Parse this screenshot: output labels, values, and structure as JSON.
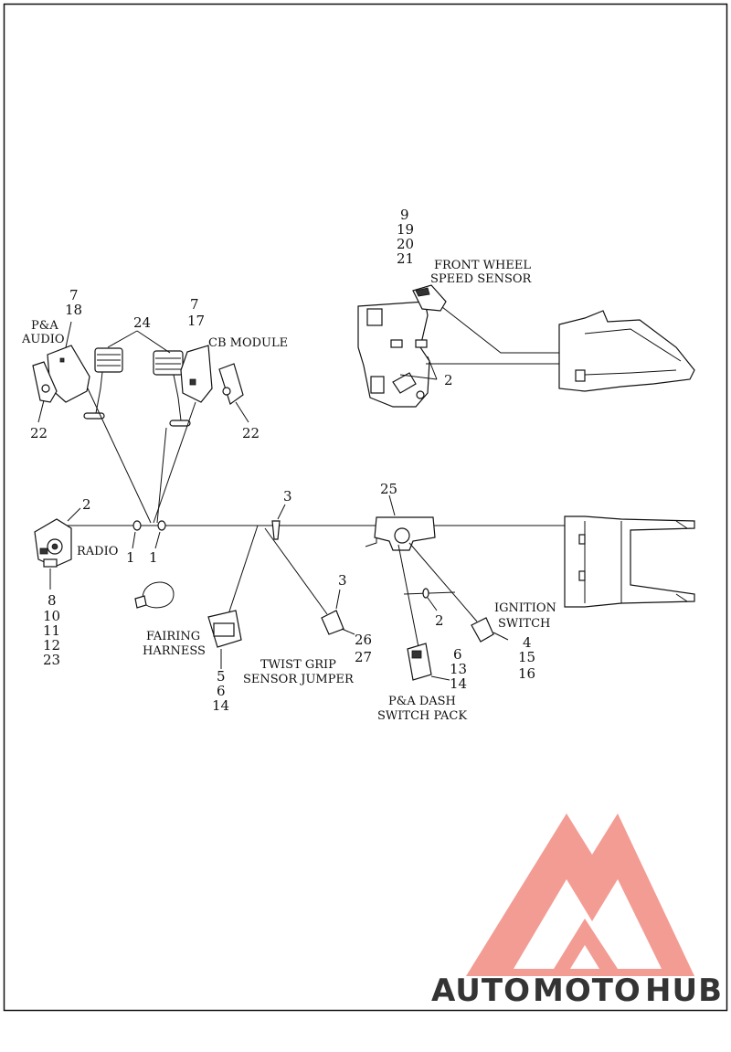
{
  "labels": {
    "front_wheel_speed_sensor_1": "FRONT WHEEL",
    "front_wheel_speed_sensor_2": "SPEED SENSOR",
    "pa_audio_1": "P&A",
    "pa_audio_2": "AUDIO",
    "cb_module": "CB MODULE",
    "radio": "RADIO",
    "fairing_harness_1": "FAIRING",
    "fairing_harness_2": "HARNESS",
    "twist_grip_1": "TWIST GRIP",
    "twist_grip_2": "SENSOR JUMPER",
    "ignition_switch_1": "IGNITION",
    "ignition_switch_2": "SWITCH",
    "dash_switch_pack_1": "P&A DASH",
    "dash_switch_pack_2": "SWITCH PACK"
  },
  "callouts": {
    "speed_sensor": [
      "9",
      "19",
      "20",
      "21"
    ],
    "speed_sensor_clip": "2",
    "pa_audio": [
      "7",
      "18"
    ],
    "cb_module": [
      "7",
      "17"
    ],
    "connectors": "24",
    "bracket_left": "22",
    "bracket_right": "22",
    "radio_top": "2",
    "radio_parts": [
      "8",
      "10",
      "11",
      "12",
      "23"
    ],
    "clip_a": "1",
    "clip_b": "1",
    "fairing": [
      "5",
      "6",
      "14"
    ],
    "twist_top": "3",
    "twist_mid": "3",
    "twist_parts": [
      "26",
      "27"
    ],
    "bracket_25": "25",
    "dash_tie": "2",
    "dash_pack": [
      "6",
      "13",
      "14"
    ],
    "ignition": [
      "4",
      "15",
      "16"
    ]
  },
  "logo": {
    "text_a": "AUTO",
    "text_b": "MOTO",
    "text_c": "HUB",
    "color_main": "#f28b82",
    "color_orange": "#f6a623",
    "color_grey": "#555555"
  }
}
